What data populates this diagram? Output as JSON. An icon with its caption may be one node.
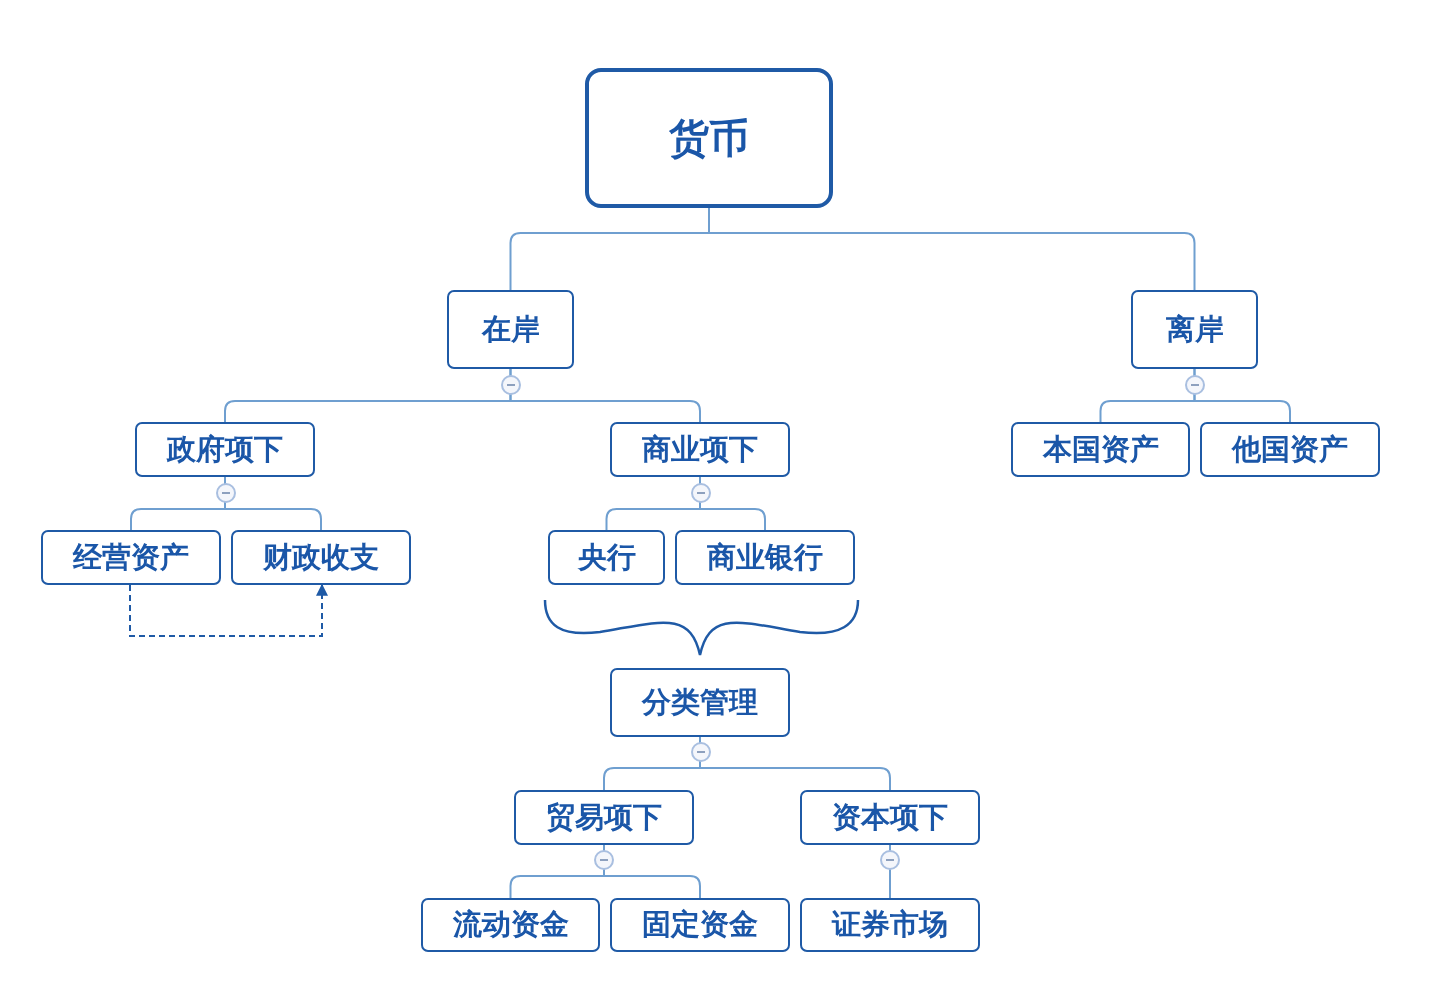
{
  "diagram": {
    "nodes": [
      {
        "text": [
          "货币"
        ]
      },
      {
        "text": [
          "在岸"
        ]
      },
      {
        "text": [
          "离岸"
        ]
      },
      {
        "text": [
          "政府项下"
        ]
      },
      {
        "text": [
          "商业项下"
        ]
      },
      {
        "text": [
          "本国资产"
        ]
      },
      {
        "text": [
          "他国资产"
        ]
      },
      {
        "text": [
          "经营资产"
        ]
      },
      {
        "text": [
          "财政收支"
        ]
      },
      {
        "text": [
          "央行"
        ]
      },
      {
        "text": [
          "商业银行"
        ]
      },
      {
        "text": [
          "分类管理"
        ]
      },
      {
        "text": [
          "贸易项下"
        ]
      },
      {
        "text": [
          "资本项下"
        ]
      },
      {
        "text": [
          "流动资金"
        ]
      },
      {
        "text": [
          "固定资金"
        ]
      },
      {
        "text": [
          "证券市场"
        ]
      }
    ],
    "edges": [
      {
        "from": 0,
        "to": 1,
        "arrow": "none"
      },
      {
        "from": 0,
        "to": 2,
        "arrow": "none"
      },
      {
        "from": 1,
        "to": 3,
        "arrow": "none"
      },
      {
        "from": 1,
        "to": 4,
        "arrow": "none"
      },
      {
        "from": 2,
        "to": 5,
        "arrow": "none"
      },
      {
        "from": 2,
        "to": 6,
        "arrow": "none"
      },
      {
        "from": 3,
        "to": 7,
        "arrow": "none"
      },
      {
        "from": 3,
        "to": 8,
        "arrow": "none"
      },
      {
        "from": 4,
        "to": 9,
        "arrow": "none"
      },
      {
        "from": 4,
        "to": 10,
        "arrow": "none"
      },
      {
        "from": 11,
        "to": 12,
        "arrow": "none"
      },
      {
        "from": 11,
        "to": 13,
        "arrow": "none"
      },
      {
        "from": 12,
        "to": 14,
        "arrow": "none"
      },
      {
        "from": 12,
        "to": 15,
        "arrow": "none"
      },
      {
        "from": 13,
        "to": 16,
        "arrow": "none"
      },
      {
        "from": 7,
        "to": 8,
        "arrow": "to",
        "style": "dashed",
        "color": "#1f5aa6"
      }
    ]
  }
}
